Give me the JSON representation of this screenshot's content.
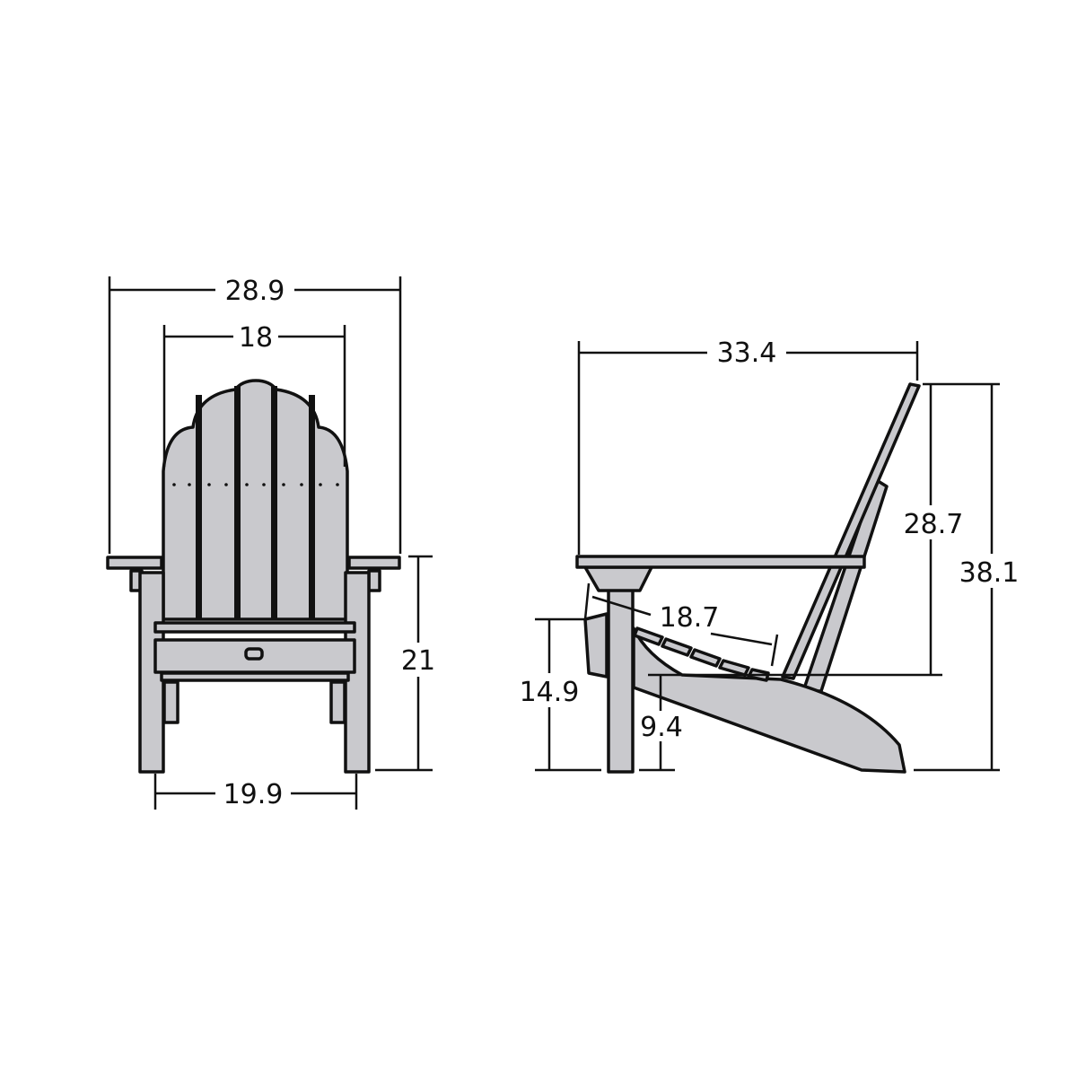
{
  "front_view": {
    "overall_width": "28.9",
    "back_width": "18",
    "arm_height": "21",
    "seat_width": "19.9"
  },
  "side_view": {
    "overall_depth": "33.4",
    "overall_height": "38.1",
    "back_height": "28.7",
    "seat_depth": "18.7",
    "seat_front_height": "14.9",
    "seat_back_height": "9.4"
  },
  "colors": {
    "chair_fill": "#c9c9cd",
    "line": "#111111"
  }
}
